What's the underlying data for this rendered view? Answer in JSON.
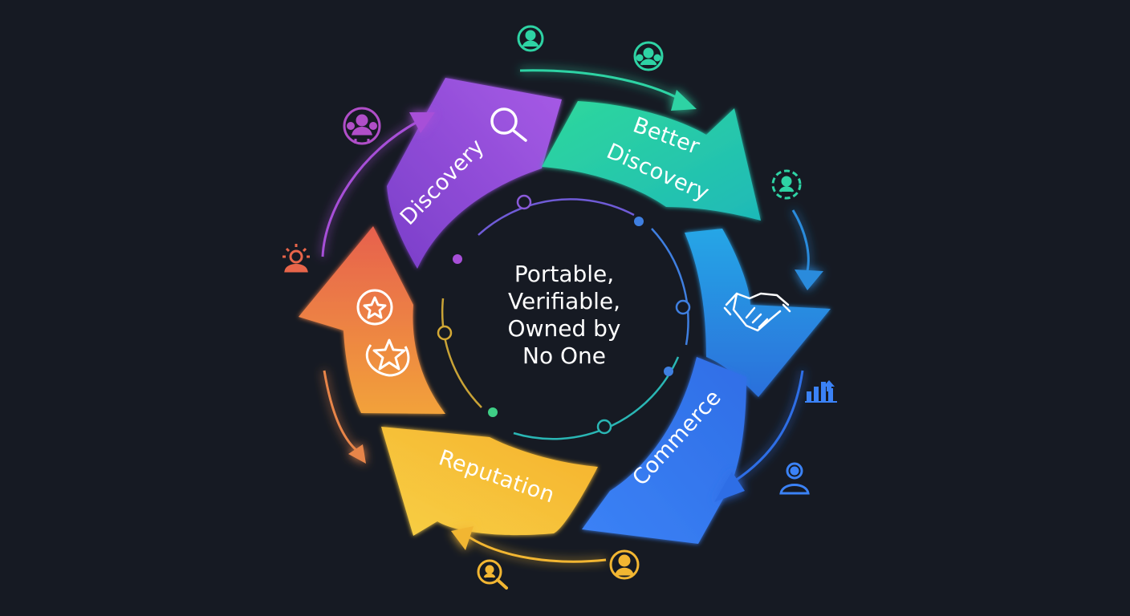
{
  "center": {
    "lines": [
      "Portable,",
      "Verifiable,",
      "Owned by",
      "No One"
    ]
  },
  "segments": [
    {
      "id": "discovery",
      "label": "Discovery",
      "icon": "magnifier-icon",
      "color_start": "#7a3ec9",
      "color_end": "#a257e0"
    },
    {
      "id": "better-discovery",
      "label_lines": [
        "Better",
        "Discovery"
      ],
      "color_start": "#1fc7a8",
      "color_end": "#39e0a0"
    },
    {
      "id": "trust",
      "label": "",
      "icon": "handshake-icon",
      "color_start": "#2a8bdc",
      "color_end": "#35a3e8"
    },
    {
      "id": "commerce",
      "label": "Commerce",
      "color_start": "#2a5fdc",
      "color_end": "#3b7ae8"
    },
    {
      "id": "reputation",
      "label": "Reputation",
      "color_start": "#f2b632",
      "color_end": "#f6c43c"
    },
    {
      "id": "reviews",
      "label": "",
      "icon": "star-badge-icon",
      "color_start": "#e8654a",
      "color_end": "#f1a03a"
    }
  ],
  "outer_icons": [
    {
      "name": "user-circle-icon",
      "color": "#2ed3a4"
    },
    {
      "name": "user-group-icon",
      "color": "#2ed3a4"
    },
    {
      "name": "network-user-icon",
      "color": "#2ed3a4"
    },
    {
      "name": "bar-chart-icon",
      "color": "#3b82f6"
    },
    {
      "name": "user-badge-icon",
      "color": "#3b82f6"
    },
    {
      "name": "user-circle-icon",
      "color": "#f2b632"
    },
    {
      "name": "search-user-icon",
      "color": "#f2b632"
    },
    {
      "name": "idea-user-icon",
      "color": "#e8654a"
    },
    {
      "name": "user-group-icon",
      "color": "#b04ec8"
    }
  ],
  "colors": {
    "background": "#161a23",
    "purple": "#9b4fd8",
    "teal": "#2ed3a4",
    "blue": "#3b82f6",
    "yellow": "#f2b632",
    "orange": "#e8654a"
  }
}
